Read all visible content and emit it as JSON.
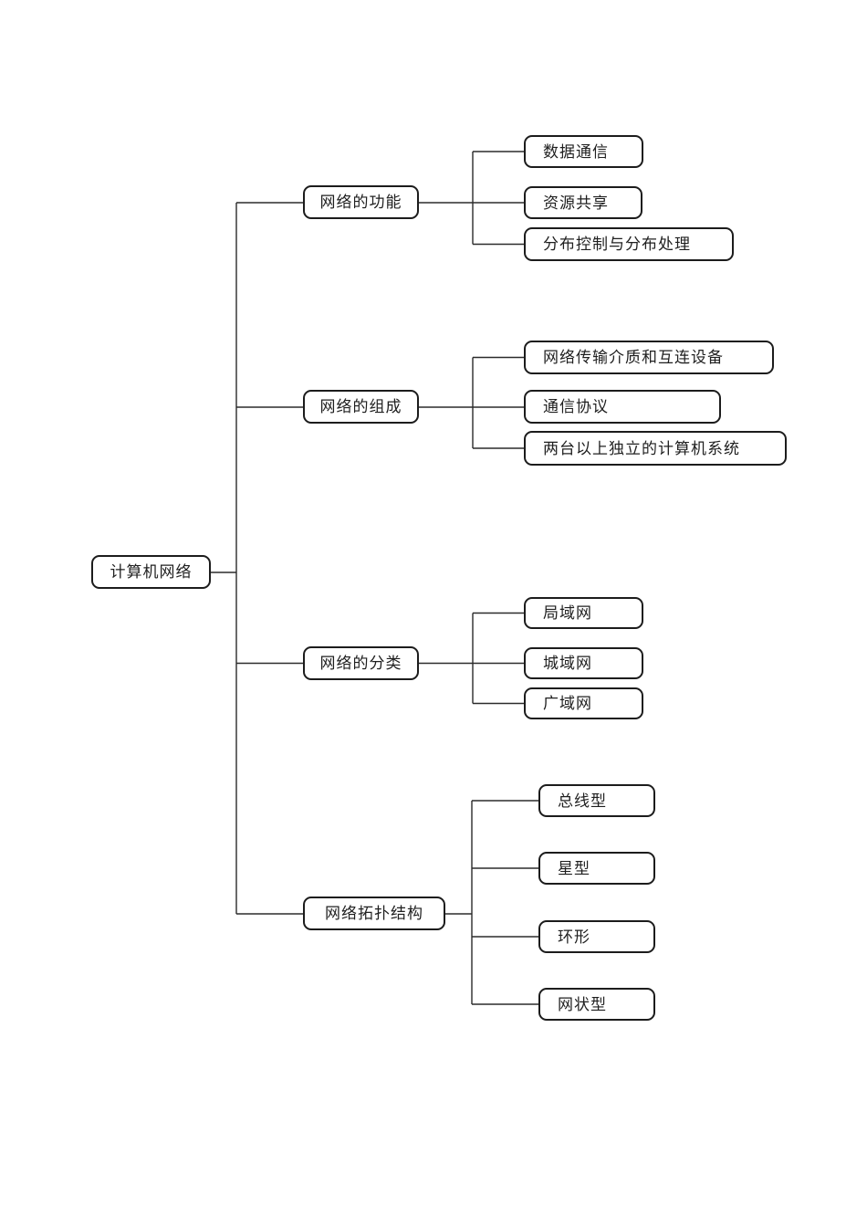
{
  "diagram": {
    "root": {
      "label": "计算机网络"
    },
    "branches": [
      {
        "label": "网络的功能",
        "children": [
          {
            "label": "数据通信"
          },
          {
            "label": "资源共享"
          },
          {
            "label": "分布控制与分布处理"
          }
        ]
      },
      {
        "label": "网络的组成",
        "children": [
          {
            "label": "网络传输介质和互连设备"
          },
          {
            "label": "通信协议"
          },
          {
            "label": "两台以上独立的计算机系统"
          }
        ]
      },
      {
        "label": "网络的分类",
        "children": [
          {
            "label": "局域网"
          },
          {
            "label": "城域网"
          },
          {
            "label": "广域网"
          }
        ]
      },
      {
        "label": "网络拓扑结构",
        "children": [
          {
            "label": "总线型"
          },
          {
            "label": "星型"
          },
          {
            "label": "环形"
          },
          {
            "label": "网状型"
          }
        ]
      }
    ],
    "colors": {
      "background": "#ffffff",
      "line": "#2b2b2b",
      "box_border": "#1c1c1c",
      "text": "#1f1f1f"
    }
  }
}
